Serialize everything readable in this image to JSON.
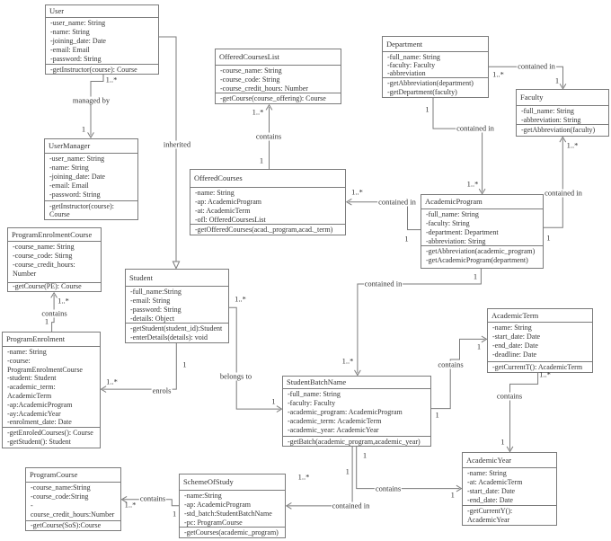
{
  "diagram": {
    "title": "UML class diagram - university course management",
    "background_color": "#ffffff",
    "line_color": "#7b7b7b",
    "text_color": "#333333"
  },
  "classes": [
    {
      "name": "User",
      "attributes": [
        "-user_name: String",
        "-name: String",
        "-joining_date: Date",
        "-email: Email",
        "-password: String"
      ],
      "methods": [
        "-getInstructor(course): Course"
      ]
    },
    {
      "name": "OfferedCoursesList",
      "attributes": [
        "-course_name: String",
        "-course_code: String",
        "-course_credit_hours: Number"
      ],
      "methods": [
        "-getCourse(course_offering): Course"
      ]
    },
    {
      "name": "Department",
      "attributes": [
        "-full_name: String",
        "-faculty: Faculty",
        "-abbreviation"
      ],
      "methods": [
        "-getAbbreviation(department)",
        "-getDepartment(faculty)"
      ]
    },
    {
      "name": "Faculty",
      "attributes": [
        "-full_name: String",
        "-abbreviation: String"
      ],
      "methods": [
        "-getAbbreviation(faculty)"
      ]
    },
    {
      "name": "UserManager",
      "attributes": [
        "-user_name: String",
        "-name: String",
        "-joining_date: Date",
        "-email: Email",
        "-password: String"
      ],
      "methods": [
        "-getInstructor(course): Course"
      ]
    },
    {
      "name": "OfferedCourses",
      "attributes": [
        "-name: String",
        "-ap: AcademicProgram",
        "-at: AcademicTerm",
        "-ofl: OfferedCoursesList"
      ],
      "methods": [
        "-getOfferedCourses(acad._program,acad._term)"
      ]
    },
    {
      "name": "AcademicProgram",
      "attributes": [
        "-full_name: String",
        "-faculty: String",
        "-department: Department",
        "-abbreviation: String"
      ],
      "methods": [
        "-getAbbreviation(academic_program)",
        "-getAcademicProgram(department)"
      ]
    },
    {
      "name": "ProgramEnrolmentCourse",
      "attributes": [
        "-course_name: String",
        "-course_code: Stirng",
        "-course_credit_hours: Number"
      ],
      "methods": [
        "-getCourse(PE): Course"
      ]
    },
    {
      "name": "Student",
      "attributes": [
        "-full_name:String",
        "-email: String",
        "-password: String",
        "-details: Object"
      ],
      "methods": [
        "-getStudent(student_id):Student",
        "-enterDetails(details): void"
      ]
    },
    {
      "name": "ProgramEnrolment",
      "attributes": [
        "-name: String",
        "-course: ProgramEnrolmentCourse",
        "-student: Student",
        "-academic_term: AcademicTerm",
        "-ap:AcademicProgram",
        "-ay:AcademicYear",
        "-enrolment_date: Date"
      ],
      "methods": [
        "-getEnroledCourses(): Course",
        "-getStudent(): Student"
      ]
    },
    {
      "name": "StudentBatchName",
      "attributes": [
        "-full_name: String",
        "-faculty: Faculty",
        "-academic_program: AcademicProgram",
        "-academic_term: AcademicTerm",
        "-academic_year: AcademicYear"
      ],
      "methods": [
        "-getBatch(academic_program,academic_year)"
      ]
    },
    {
      "name": "AcademicTerm",
      "attributes": [
        "-name: String",
        "-start_date: Date",
        "-end_date: Date",
        "-deadline: Date"
      ],
      "methods": [
        "-getCurrentT(): AcademicTerm"
      ]
    },
    {
      "name": "AcademicYear",
      "attributes": [
        "-name: String",
        "-at: AcademicTerm",
        "-start_date: Date",
        "-end_date: Date"
      ],
      "methods": [
        "-getCurrentY(): AcademicYear"
      ]
    },
    {
      "name": "ProgramCourse",
      "attributes": [
        "-course_name:String",
        "-course_code:String",
        "- course_credit_hours:Number"
      ],
      "methods": [
        "-getCourse(SoS):Course"
      ]
    },
    {
      "name": "SchemeOfStudy",
      "attributes": [
        "-name:String",
        "-ap: AcademicProgram",
        "-std_batch:StudentBatchName",
        "-pc: ProgramCourse"
      ],
      "methods": [
        "-getCourses(academic_program)"
      ]
    }
  ],
  "relationships": [
    {
      "id": "user-usermanager",
      "from": "User",
      "to": "UserManager",
      "name": "managed by",
      "from_multiplicity": "1..*",
      "to_multiplicity": "1"
    },
    {
      "id": "user-student",
      "from": "User",
      "to": "Student",
      "name": "inherited",
      "from_multiplicity": "",
      "to_multiplicity": ""
    },
    {
      "id": "offeredcourses-offeredcourseslist",
      "from": "OfferedCourses",
      "to": "OfferedCoursesList",
      "name": "contains",
      "from_multiplicity": "1",
      "to_multiplicity": "1..*"
    },
    {
      "id": "academicprogram-offeredcourses",
      "from": "AcademicProgram",
      "to": "OfferedCourses",
      "name": "contained in",
      "from_multiplicity": "1",
      "to_multiplicity": "1..*"
    },
    {
      "id": "department-academicprogram",
      "from": "Department",
      "to": "AcademicProgram",
      "name": "contained in",
      "from_multiplicity": "1",
      "to_multiplicity": "1..*"
    },
    {
      "id": "department-faculty",
      "from": "Department",
      "to": "Faculty",
      "name": "contained in",
      "from_multiplicity": "1..*",
      "to_multiplicity": "1"
    },
    {
      "id": "academicprogram-faculty",
      "from": "AcademicProgram",
      "to": "Faculty",
      "name": "contained in",
      "from_multiplicity": "1",
      "to_multiplicity": "1..*"
    },
    {
      "id": "programenrolment-programenrolmentcourse",
      "from": "ProgramEnrolment",
      "to": "ProgramEnrolmentCourse",
      "name": "contains",
      "from_multiplicity": "1",
      "to_multiplicity": "1..*"
    },
    {
      "id": "student-programenrolment",
      "from": "Student",
      "to": "ProgramEnrolment",
      "name": "enrols",
      "from_multiplicity": "1",
      "to_multiplicity": "1..*"
    },
    {
      "id": "student-studentbatchname",
      "from": "Student",
      "to": "StudentBatchName",
      "name": "belongs to",
      "from_multiplicity": "1..*",
      "to_multiplicity": "1"
    },
    {
      "id": "academicprogram-studentbatchname",
      "from": "AcademicProgram",
      "to": "StudentBatchName",
      "name": "contained in",
      "from_multiplicity": "1",
      "to_multiplicity": "1..*"
    },
    {
      "id": "studentbatchname-academicterm",
      "from": "StudentBatchName",
      "to": "AcademicTerm",
      "name": "contains",
      "from_multiplicity": "1",
      "to_multiplicity": "1"
    },
    {
      "id": "academicterm-academicyear",
      "from": "AcademicTerm",
      "to": "AcademicYear",
      "name": "contains",
      "from_multiplicity": "1..*",
      "to_multiplicity": "1"
    },
    {
      "id": "studentbatchname-academicyear",
      "from": "StudentBatchName",
      "to": "AcademicYear",
      "name": "contains",
      "from_multiplicity": "1",
      "to_multiplicity": "1"
    },
    {
      "id": "studentbatchname-schemeofstudy",
      "from": "StudentBatchName",
      "to": "SchemeOfStudy",
      "name": "contained in",
      "from_multiplicity": "1",
      "to_multiplicity": "1..*"
    },
    {
      "id": "schemeofstudy-programcourse",
      "from": "SchemeOfStudy",
      "to": "ProgramCourse",
      "name": "contains",
      "from_multiplicity": "1",
      "to_multiplicity": "1..*"
    }
  ]
}
